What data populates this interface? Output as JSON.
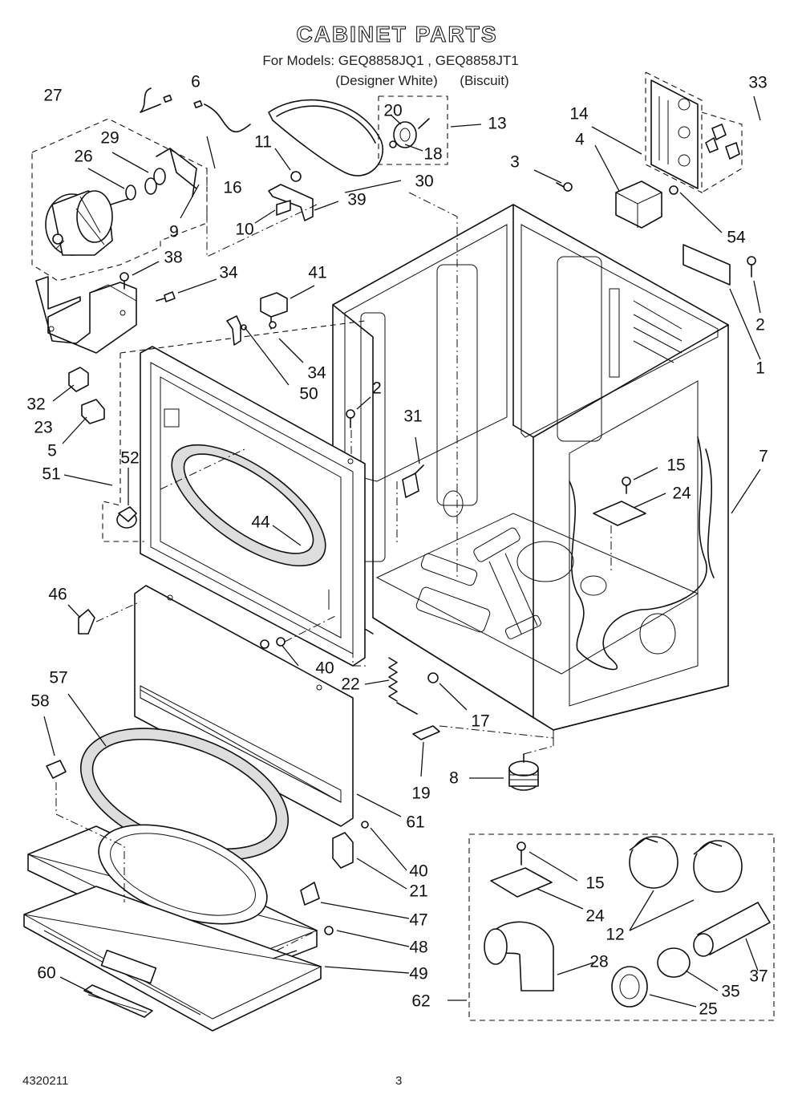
{
  "header": {
    "title": "CABINET PARTS",
    "models_line": "For Models: GEQ8858JQ1 , GEQ8858JT1",
    "variant_1": "(Designer White)",
    "variant_2": "(Biscuit)"
  },
  "footer": {
    "doc_number": "4320211",
    "page_number": "3"
  },
  "labels": {
    "p1": "1",
    "p2a": "2",
    "p2b": "2",
    "p3": "3",
    "p4": "4",
    "p5": "5",
    "p6": "6",
    "p7": "7",
    "p8": "8",
    "p9": "9",
    "p10": "10",
    "p11": "11",
    "p12": "12",
    "p13": "13",
    "p14": "14",
    "p15a": "15",
    "p15b": "15",
    "p16": "16",
    "p17": "17",
    "p18": "18",
    "p19": "19",
    "p20": "20",
    "p21": "21",
    "p22": "22",
    "p23": "23",
    "p24a": "24",
    "p24b": "24",
    "p25": "25",
    "p26": "26",
    "p27": "27",
    "p28": "28",
    "p29": "29",
    "p30": "30",
    "p31": "31",
    "p32": "32",
    "p33": "33",
    "p34a": "34",
    "p34b": "34",
    "p35": "35",
    "p37": "37",
    "p38": "38",
    "p39": "39",
    "p40a": "40",
    "p40b": "40",
    "p41": "41",
    "p44": "44",
    "p46": "46",
    "p47": "47",
    "p48": "48",
    "p49": "49",
    "p50": "50",
    "p51": "51",
    "p52": "52",
    "p54": "54",
    "p57": "57",
    "p58": "58",
    "p60": "60",
    "p61": "61",
    "p62": "62"
  }
}
